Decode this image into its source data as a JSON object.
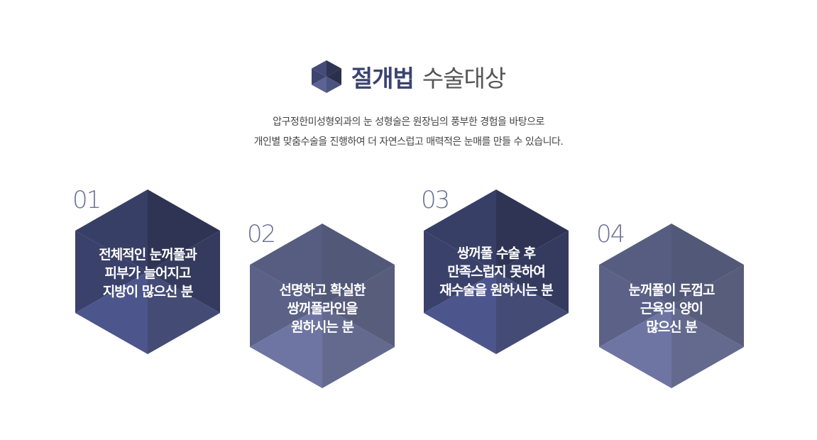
{
  "title": {
    "bold": "절개법",
    "light": "수술대상"
  },
  "description": {
    "line1": "압구정한미성형외과의 눈 성형술은 원장님의 풍부한 경험을 바탕으로",
    "line2": "개인별 맞춤수술을 진행하여 더 자연스럽고 매력적은 눈매를 만들 수 있습니다."
  },
  "cards": [
    {
      "number": "01",
      "lines": [
        "전체적인 눈꺼풀과",
        "피부가 늘어지고",
        "지방이 많으신 분"
      ]
    },
    {
      "number": "02",
      "lines": [
        "선명하고 확실한",
        "쌍꺼풀라인을",
        "원하시는 분"
      ]
    },
    {
      "number": "03",
      "lines": [
        "쌍꺼풀 수술 후",
        "만족스럽지 못하여",
        "재수술을 원하시는 분"
      ]
    },
    {
      "number": "04",
      "lines": [
        "눈꺼풀이 두껍고",
        "근육의 양이",
        "많으신 분"
      ]
    }
  ],
  "colors": {
    "dark_top": "#2f3454",
    "dark_left": "#3a416a",
    "dark_right": "#353b5e",
    "dark_bottom": "#4d568c",
    "dark_bottom_right": "#444b75",
    "light_top": "#525878",
    "light_left": "#5b6187",
    "light_right": "#585d7c",
    "light_bottom": "#6e75a2",
    "light_bottom_right": "#646a8e",
    "title": "#3b4370",
    "number": "#6a6f96"
  }
}
